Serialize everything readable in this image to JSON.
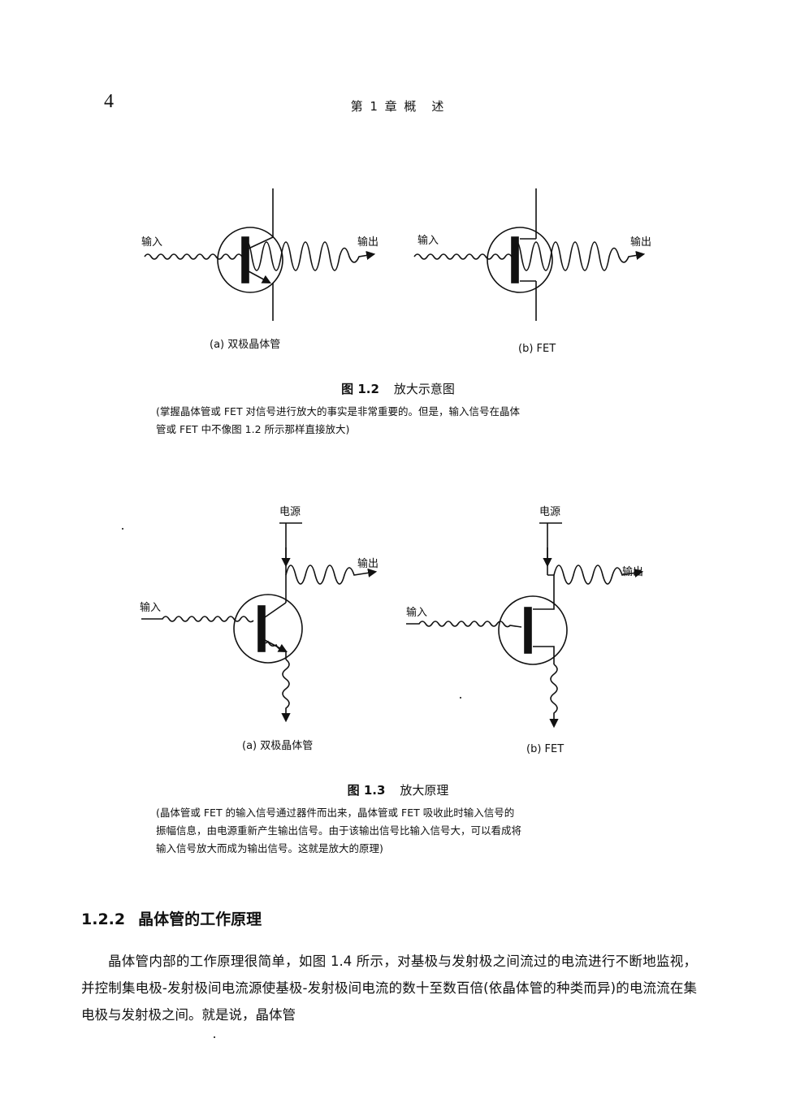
{
  "header": {
    "page_number": "4",
    "running_title": "第 1 章 概　述"
  },
  "figure_1_2": {
    "panel_a": {
      "input_label": "输入",
      "output_label": "输出",
      "caption": "(a) 双极晶体管"
    },
    "panel_b": {
      "input_label": "输入",
      "output_label": "输出",
      "caption": "(b) FET"
    },
    "number": "图 1.2",
    "title": "放大示意图",
    "note_line1": "(掌握晶体管或 FET 对信号进行放大的事实是非常重要的。但是，输入信号在晶体",
    "note_line2": "管或 FET 中不像图 1.2 所示那样直接放大)"
  },
  "figure_1_3": {
    "panel_a": {
      "power_label": "电源",
      "input_label": "输入",
      "output_label": "输出",
      "caption": "(a) 双极晶体管"
    },
    "panel_b": {
      "power_label": "电源",
      "input_label": "输入",
      "output_label": "输出",
      "caption": "(b) FET"
    },
    "number": "图 1.3",
    "title": "放大原理",
    "note_line1": "(晶体管或 FET 的输入信号通过器件而出来，晶体管或 FET 吸收此时输入信号的",
    "note_line2": "振幅信息，由电源重新产生输出信号。由于该输出信号比输入信号大，可以看成将",
    "note_line3": "输入信号放大而成为输出信号。这就是放大的原理)"
  },
  "section": {
    "number": "1.2.2",
    "title": "晶体管的工作原理"
  },
  "body": {
    "paragraph": "晶体管内部的工作原理很简单，如图 1.4 所示，对基极与发射极之间流过的电流进行不断地监视，并控制集电极-发射极间电流源使基极-发射极间电流的数十至数百倍(依晶体管的种类而异)的电流流在集电极与发射极之间。就是说，晶体管"
  }
}
